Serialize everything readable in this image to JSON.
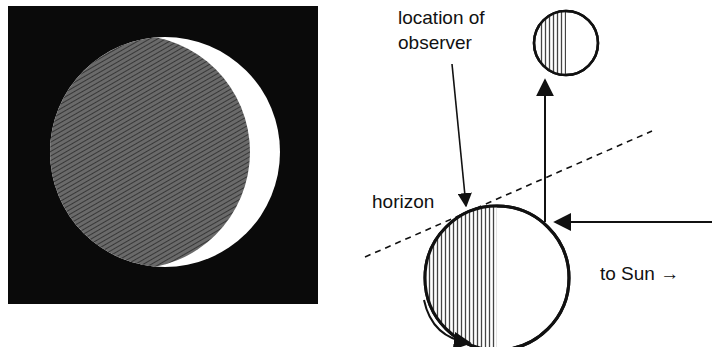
{
  "diagram": {
    "labels": [
      "location of observer",
      "horizon",
      "to Sun →"
    ]
  }
}
